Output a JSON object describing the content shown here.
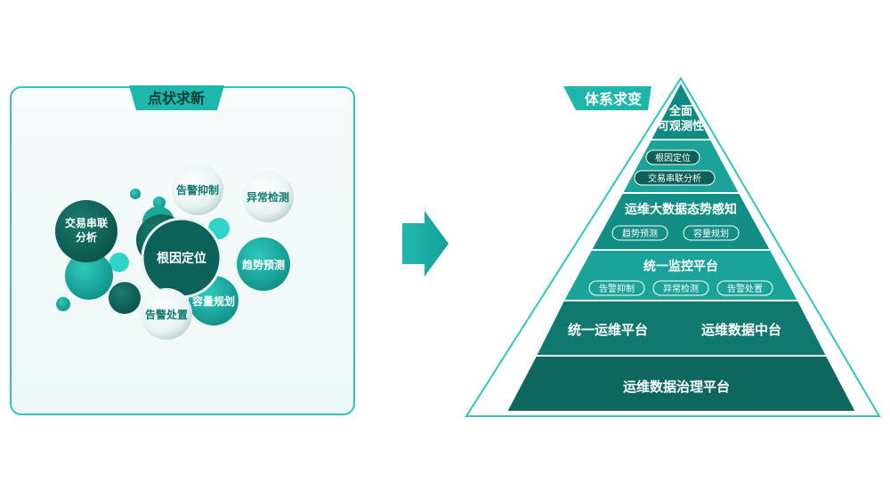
{
  "left_panel": {
    "title": "点状求新",
    "bubbles": {
      "root_cause": "根因定位",
      "alarm_suppress": "告警抑制",
      "anomaly_detect": "异常检测",
      "trend_predict": "趋势预测",
      "capacity_plan": "容量规划",
      "alarm_handle": "告警处置",
      "txn_chain_line1": "交易串联",
      "txn_chain_line2": "分析"
    }
  },
  "right_panel": {
    "title": "体系求变",
    "tier1_line1": "全面",
    "tier1_line2": "可观测性",
    "tier2_pills": [
      "根因定位",
      "交易串联分析"
    ],
    "tier3_title": "运维大数据态势感知",
    "tier3_pills": [
      "趋势预测",
      "容量规划"
    ],
    "tier4_title": "统一监控平台",
    "tier4_pills": [
      "告警抑制",
      "异常检测",
      "告警处置"
    ],
    "tier5_left": "统一运维平台",
    "tier5_right": "运维数据中台",
    "tier6_title": "运维数据治理平台"
  },
  "colors": {
    "teal_light": "#1fb7ac",
    "teal_mid": "#128f86",
    "teal_dark": "#0c6258",
    "panel_border": "#35c4b8",
    "panel_bg": "#f3fafa"
  }
}
